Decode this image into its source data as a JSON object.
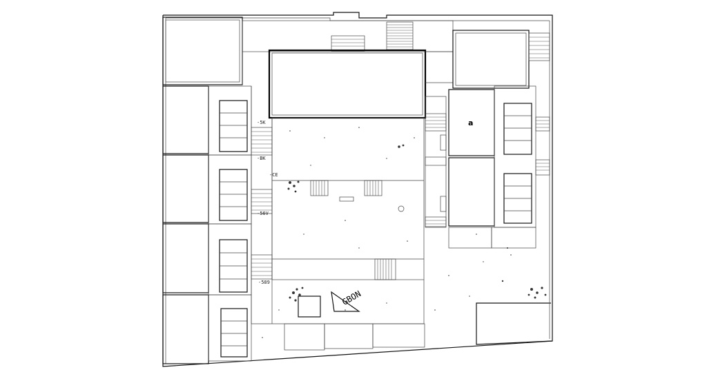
{
  "plan": {
    "room_tag": "a",
    "level_marks": [
      "-5K",
      "-BK",
      "-CE",
      "-56V",
      "-589"
    ],
    "north_marker": "GBON"
  }
}
